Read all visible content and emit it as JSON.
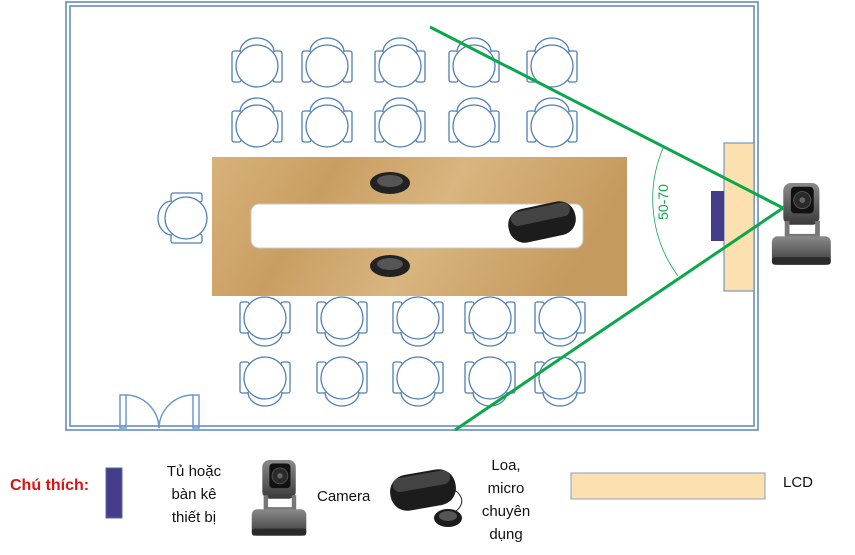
{
  "diagram": {
    "viewing_angle_label": "50-70"
  },
  "legend": {
    "title": "Chú thích:",
    "items": [
      {
        "label_lines": [
          "Tủ hoặc",
          "bàn kê",
          "thiết bị"
        ],
        "color": "#463c8c"
      },
      {
        "label_lines": [
          "Camera"
        ]
      },
      {
        "label_lines": [
          "Loa,",
          "micro",
          "chuyên",
          "dụng"
        ]
      },
      {
        "label_lines": [
          "LCD"
        ],
        "color": "#fde0b0"
      }
    ]
  },
  "colors": {
    "wall": "#5a86b8",
    "sightline": "#0aa84a",
    "title": "#e01010",
    "table": "#c9a26a"
  }
}
